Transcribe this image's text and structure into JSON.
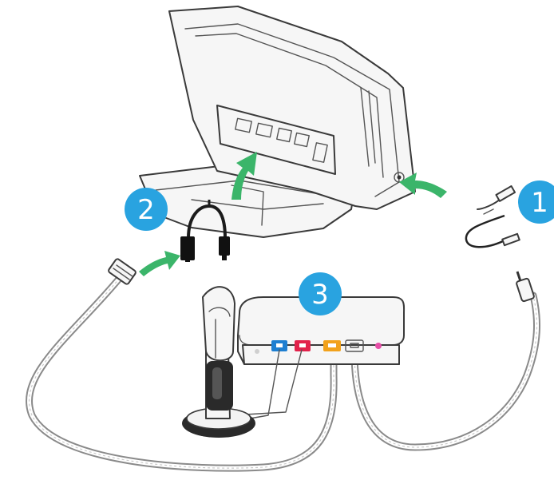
{
  "badges": [
    {
      "label": "1"
    },
    {
      "label": "2"
    },
    {
      "label": "3"
    }
  ],
  "colors": {
    "badge": "#29a3e0",
    "arrow": "#3bb56a",
    "port_blue": "#1e7fd1",
    "port_red": "#e2224b",
    "port_orange": "#f2a21c",
    "port_pink": "#e64fa8"
  },
  "icons": [
    "desk-phone",
    "y-splitter-cable",
    "headset-base-station",
    "headset-on-charging-stand",
    "cable-connector",
    "arrow-icon"
  ]
}
